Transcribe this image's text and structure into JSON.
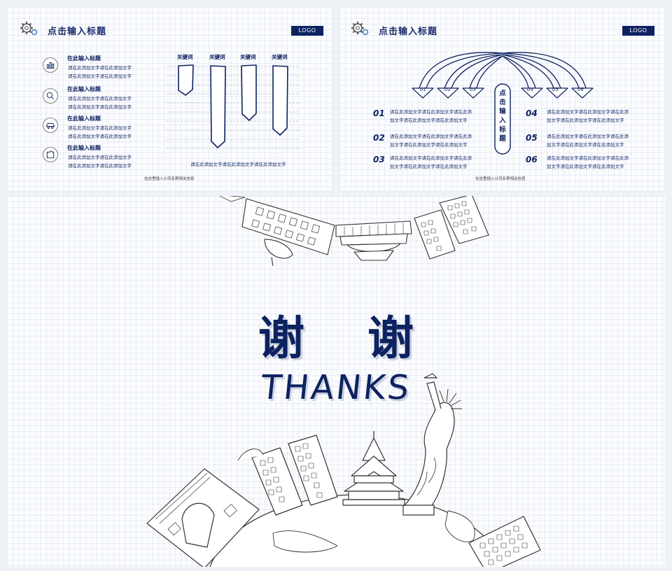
{
  "slide_left": {
    "title": "点击输入标题",
    "logo": "LOGO",
    "items": [
      {
        "title": "在此输入标题",
        "lines": [
          "请在此添加文字请在此添加文字",
          "请在此添加文字请在此添加文字"
        ],
        "icon": "chart-icon"
      },
      {
        "title": "在此输入标题",
        "lines": [
          "请在此添加文字请在此添加文字",
          "请在此添加文字请在此添加文字"
        ],
        "icon": "search-icon"
      },
      {
        "title": "在此输入标题",
        "lines": [
          "请在此添加文字请在此添加文字",
          "请在此添加文字请在此添加文字"
        ],
        "icon": "car-icon"
      },
      {
        "title": "在此输入标题",
        "lines": [
          "请在此添加文字请在此添加文字",
          "请在此添加文字请在此添加文字"
        ],
        "icon": "puzzle-icon"
      }
    ],
    "keywords": [
      "关键词",
      "关键词",
      "关键词",
      "关键词"
    ],
    "bar_caption": "请在此添加文字请在此添加文字请在此添加文字",
    "footer": "在这里插入公司名称相关信息"
  },
  "slide_right": {
    "title": "点击输入标题",
    "logo": "LOGO",
    "center_label": "点击输入标题",
    "arrow_labels": [
      "01",
      "02",
      "03",
      "04",
      "05",
      "06"
    ],
    "left_items": [
      {
        "num": "01",
        "lines": [
          "请在此添加文字请在此添加文字请在此添",
          "加文字请在此添加文字请在此添加文字"
        ]
      },
      {
        "num": "02",
        "lines": [
          "请在此添加文字请在此添加文字请在此添",
          "加文字请在此添加文字请在此添加文字"
        ]
      },
      {
        "num": "03",
        "lines": [
          "请在此添加文字请在此添加文字请在此添",
          "加文字请在此添加文字请在此添加文字"
        ]
      }
    ],
    "right_items": [
      {
        "num": "04",
        "lines": [
          "请在此添加文字请在此添加文字请在此添",
          "加文字请在此添加文字请在此添加文字"
        ]
      },
      {
        "num": "05",
        "lines": [
          "请在此添加文字请在此添加文字请在此添",
          "加文字请在此添加文字请在此添加文字"
        ]
      },
      {
        "num": "06",
        "lines": [
          "请在此添加文字请在此添加文字请在此添",
          "加文字请在此添加文字请在此添加文字"
        ]
      }
    ],
    "footer": "在这里插入公司名称相关信息"
  },
  "main_slide": {
    "title": "谢谢",
    "subtitle": "THANKS"
  },
  "colors": {
    "navy": "#0d2260",
    "line": "#2a2a2a",
    "grid": "#dfe5f0"
  }
}
